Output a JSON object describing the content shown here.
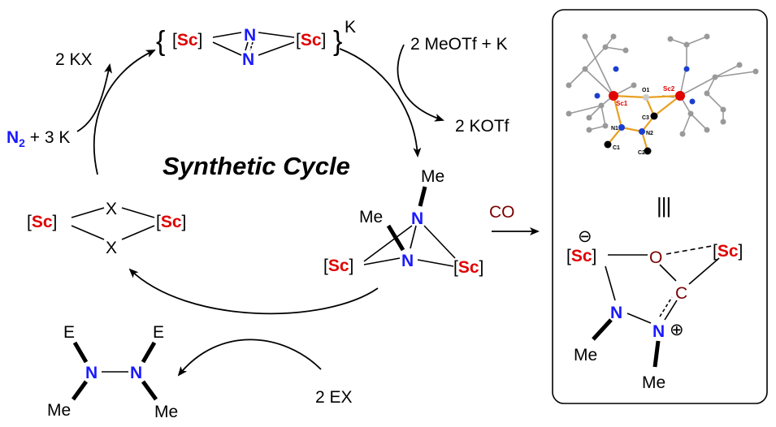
{
  "title": "Synthetic Cycle",
  "sc_label": "[Sc]",
  "top_complex": {
    "n_top": "N",
    "n_bottom": "N",
    "brace_open": "{",
    "brace_close": "}",
    "counterion": "K"
  },
  "reagents": {
    "meotf": "2 MeOTf + K",
    "kotf": "2 KOTf",
    "kx": "2 KX",
    "n2": "N",
    "n2_sub": "2",
    "n2_rest": " + 3 K",
    "ex": "2 EX",
    "co": "CO"
  },
  "left_complex": {
    "x1": "X",
    "x2": "X"
  },
  "hydrazide_complex": {
    "me1": "Me",
    "me2": "Me",
    "n1": "N",
    "n2": "N"
  },
  "hydrazine": {
    "e1": "E",
    "e2": "E",
    "n1": "N",
    "n2": "N",
    "me1": "Me",
    "me2": "Me"
  },
  "product": {
    "minus": "⊖",
    "plus": "⊕",
    "o": "O",
    "c": "C",
    "n1": "N",
    "n2": "N",
    "me1": "Me",
    "me2": "Me",
    "equiv": "|||"
  },
  "crystal": {
    "sc1": "Sc1",
    "sc2": "Sc2",
    "o1": "O1",
    "c3": "C3",
    "n1": "N1",
    "n2": "N2",
    "c1": "C1",
    "c2": "C2"
  },
  "colors": {
    "sc": "#e00000",
    "n": "#1a1aff",
    "co": "#7a0000"
  }
}
